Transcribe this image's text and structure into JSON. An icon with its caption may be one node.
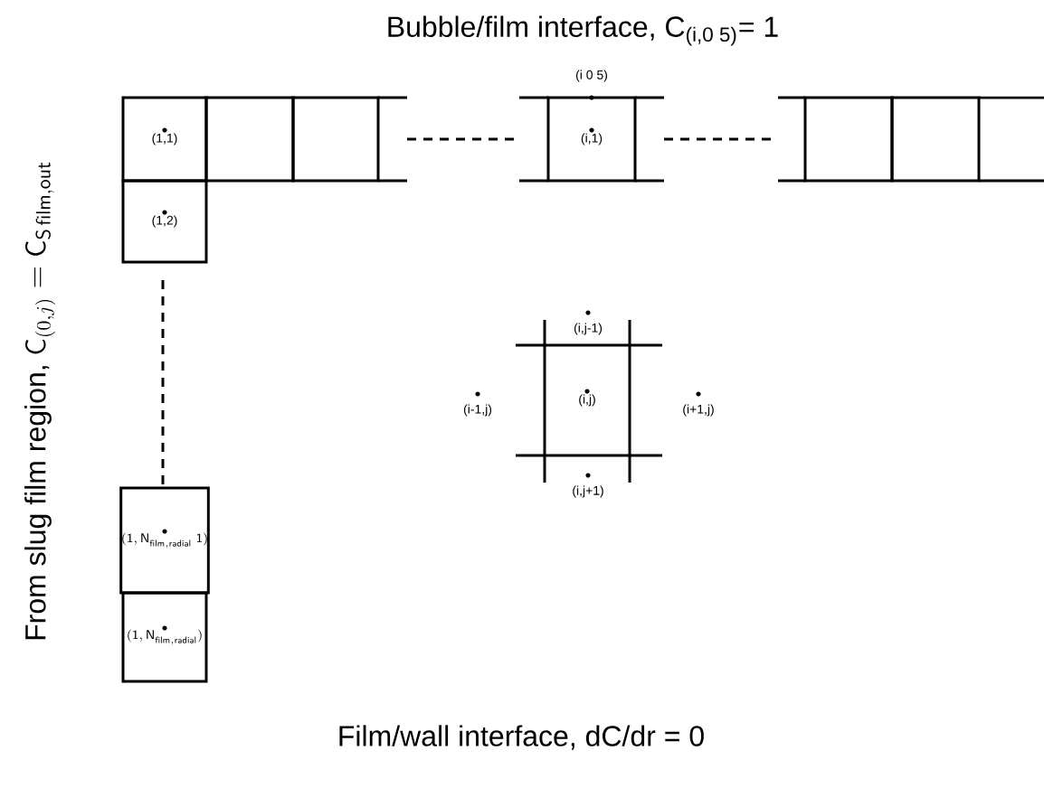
{
  "diagram": {
    "title": "Bubble/film interface, C$_{(i,0 5)}$= 1",
    "caption": "Film/wall interface, dC/dr = 0",
    "nodes": [
      {
        "text": [
          "(1,1)"
        ]
      },
      {
        "text": [],
        "shape": "box"
      },
      {
        "text": [],
        "shape": "box"
      },
      {
        "text": [
          "(i,1)"
        ],
        "beside": [
          "(i 0 5)"
        ]
      },
      {
        "text": [],
        "shape": "box"
      },
      {
        "text": [],
        "shape": "box"
      },
      {
        "text": [
          "(1,2)"
        ]
      },
      {
        "text": [
          "(i,j)"
        ]
      },
      {
        "text": [
          "\\mathsf{(1,N}_{\\mathsf{film,radial}}\\;\\mathsf{1)}"
        ]
      },
      {
        "text": [
          "\\mathsf{(1,N}_{\\mathsf{film,radial}}\\mathsf{)}"
        ]
      }
    ],
    "labels": [
      "(i,j-1)",
      "(i-1,j)",
      "(i+1,j)",
      "(i,j+1)",
      "From slug film region,",
      "\\mathsf{C}_{(0,j)} = \\mathsf{C}_{\\mathsf{S\\,film,out}}"
    ]
  }
}
